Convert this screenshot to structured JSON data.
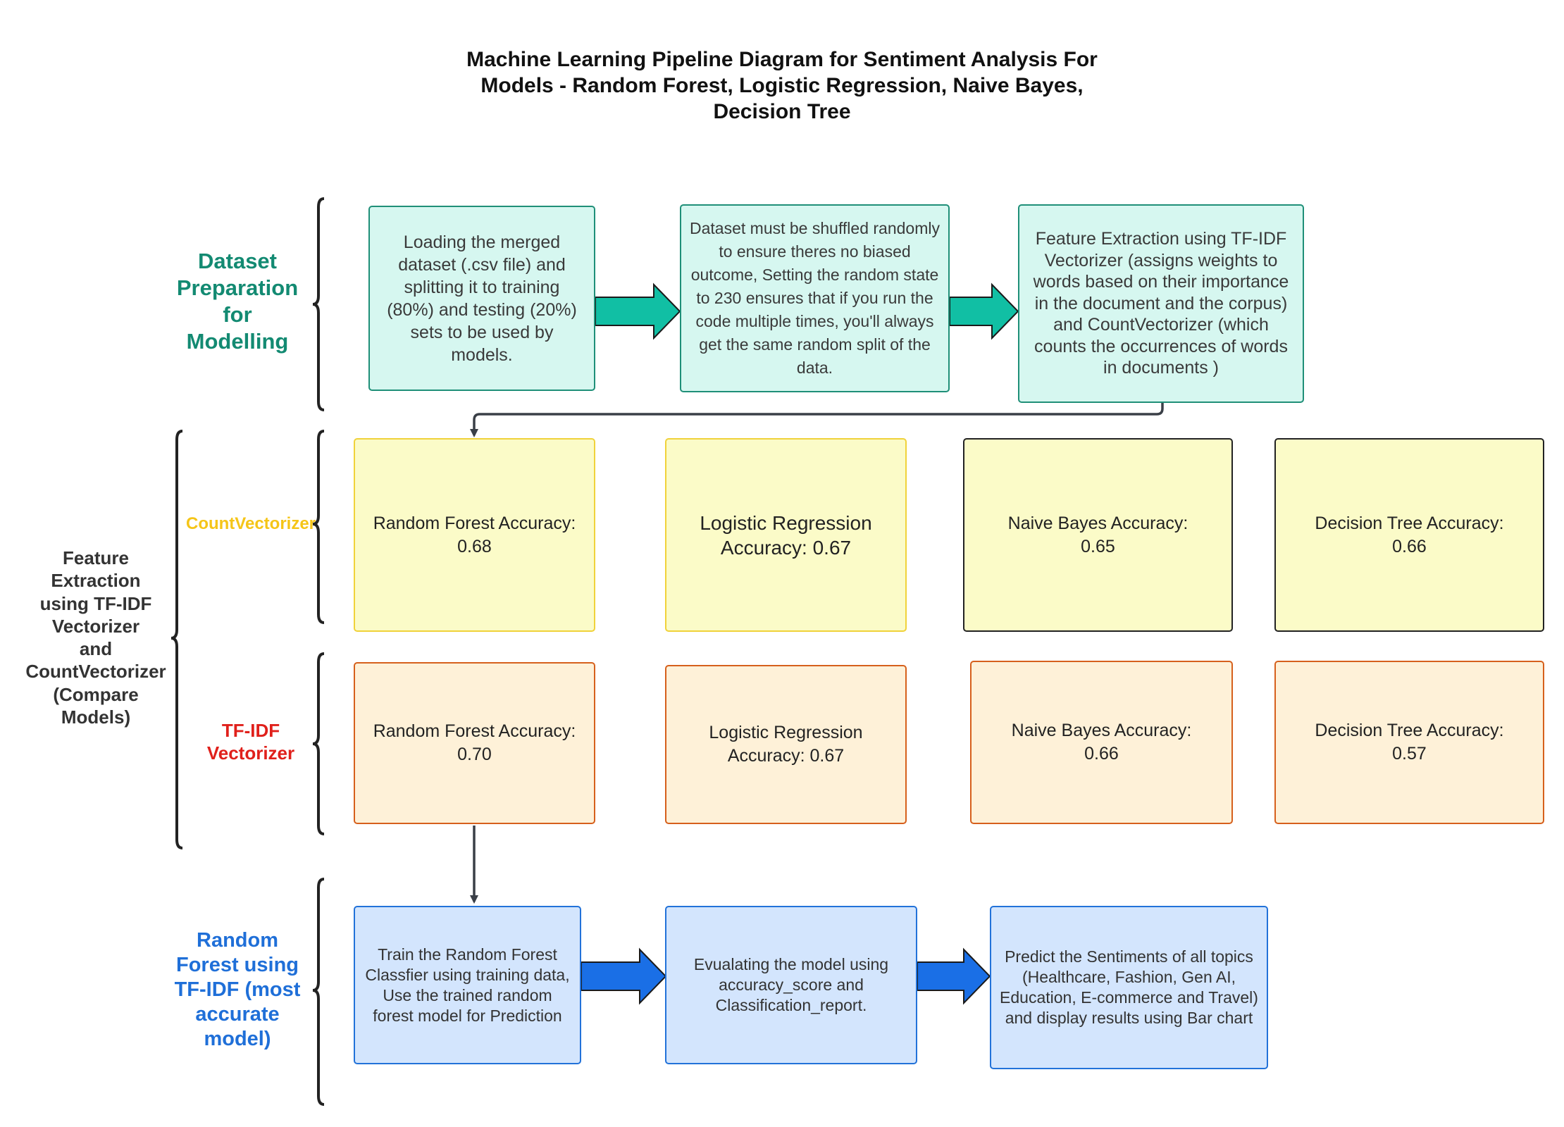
{
  "title": "Machine Learning Pipeline Diagram for Sentiment Analysis For\nModels - Random Forest, Logistic Regression, Naive Bayes,\nDecision Tree",
  "colors": {
    "dataset_label": "#138a72",
    "count_label": "#f5c518",
    "tfidf_label": "#e0201b",
    "rf_label": "#1f6fd8",
    "mint_arrow": "#11bfa4",
    "blue_arrow": "#1a6fe6"
  },
  "labels": {
    "dataset": "Dataset\nPreparation\nfor\nModelling",
    "feature": "Feature\nExtraction\nusing TF-IDF\nVectorizer\nand\nCountVectorizer\n(Compare\nModels)",
    "count_vectorizer": "CountVectorizer",
    "tfidf_vectorizer": "TF-IDF\nVectorizer",
    "random_forest": "Random\nForest using\nTF-IDF (most\naccurate\nmodel)"
  },
  "dataset_steps": [
    "Loading the merged dataset (.csv file) and splitting it to training (80%) and testing (20%) sets to be used by models.",
    "Dataset must be shuffled randomly to ensure theres no biased outcome, Setting the random state to 230 ensures that if you run the code multiple times, you'll always get the same random split of the data.",
    "Feature Extraction using TF-IDF Vectorizer (assigns weights to words based on their importance in the document and the corpus) and CountVectorizer (which counts the occurrences of words in documents )"
  ],
  "count_results": [
    "Random Forest Accuracy:\n0.68",
    "Logistic Regression\nAccuracy: 0.67",
    "Naive Bayes Accuracy:\n0.65",
    "Decision Tree Accuracy:\n0.66"
  ],
  "tfidf_results": [
    "Random Forest Accuracy:\n0.70",
    "Logistic Regression\nAccuracy: 0.67",
    "Naive Bayes Accuracy:\n0.66",
    "Decision Tree Accuracy:\n0.57"
  ],
  "rf_steps": [
    "Train the Random Forest Classfier using training data, Use the trained random forest model for Prediction",
    "Evualating the model using accuracy_score and Classification_report.",
    "Predict the Sentiments of all topics (Healthcare, Fashion, Gen AI, Education, E-commerce and Travel) and display results using Bar chart"
  ]
}
